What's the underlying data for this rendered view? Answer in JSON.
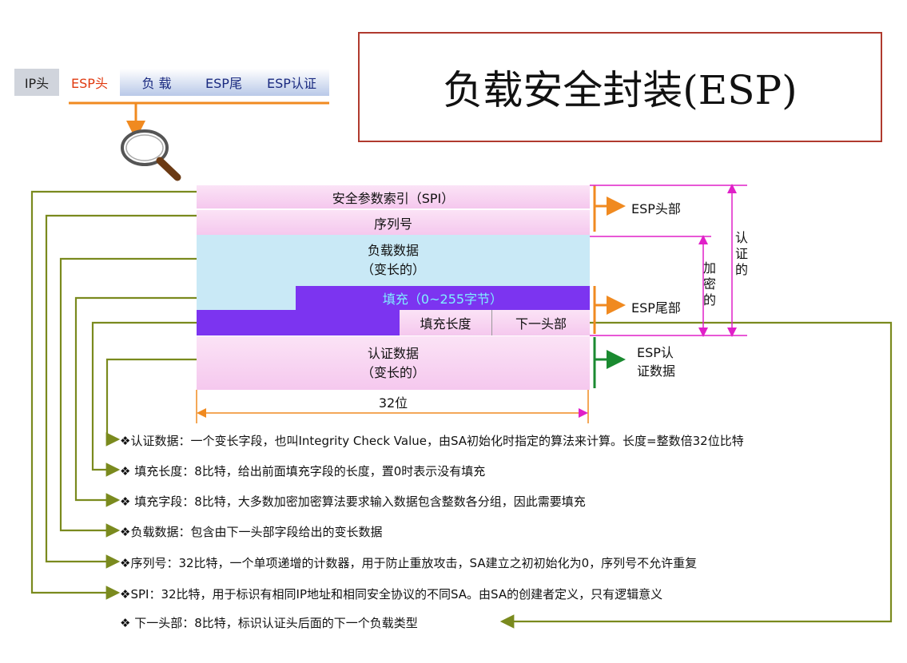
{
  "title": "负载安全封装(ESP)",
  "packet": [
    "IP头",
    "ESP头",
    "负 载",
    "ESP尾",
    "ESP认证"
  ],
  "fields": {
    "spi": "安全参数索引（SPI）",
    "seq": "序列号",
    "payload_1": "负载数据",
    "payload_2": "（变长的）",
    "padding": "填充（0~255字节）",
    "pad_len": "填充长度",
    "next_header": "下一头部",
    "auth_1": "认证数据",
    "auth_2": "（变长的）",
    "width": "32位"
  },
  "side_labels": {
    "esp_header": "ESP头部",
    "esp_trailer": "ESP尾部",
    "esp_auth_1": "ESP认",
    "esp_auth_2": "证数据",
    "encrypted": [
      "加",
      "密",
      "的"
    ],
    "authenticated": [
      "认",
      "证",
      "的"
    ]
  },
  "descriptions": [
    "❖认证数据：一个变长字段，也叫Integrity Check Value，由SA初始化时指定的算法来计算。长度=整数倍32位比特",
    "❖ 填充长度：8比特，给出前面填充字段的长度，置0时表示没有填充",
    "❖ 填充字段：8比特，大多数加密加密算法要求输入数据包含整数各分组，因此需要填充",
    "❖负载数据：包含由下一头部字段给出的变长数据",
    "❖序列号：32比特，一个单项递增的计数器，用于防止重放攻击，SA建立之初初始化为0，序列号不允许重复",
    "❖SPI：32比特，用于标识有相同IP地址和相同安全协议的不同SA。由SA的创建者定义，只有逻辑意义",
    "❖ 下一头部：8比特，标识认证头后面的下一个负载类型"
  ],
  "colors": {
    "connector": "#7a8a1e",
    "bracket_orange": "#f08a20",
    "bracket_green": "#1a8a30",
    "magenta": "#e020c8",
    "purple": "#7c34f0"
  }
}
